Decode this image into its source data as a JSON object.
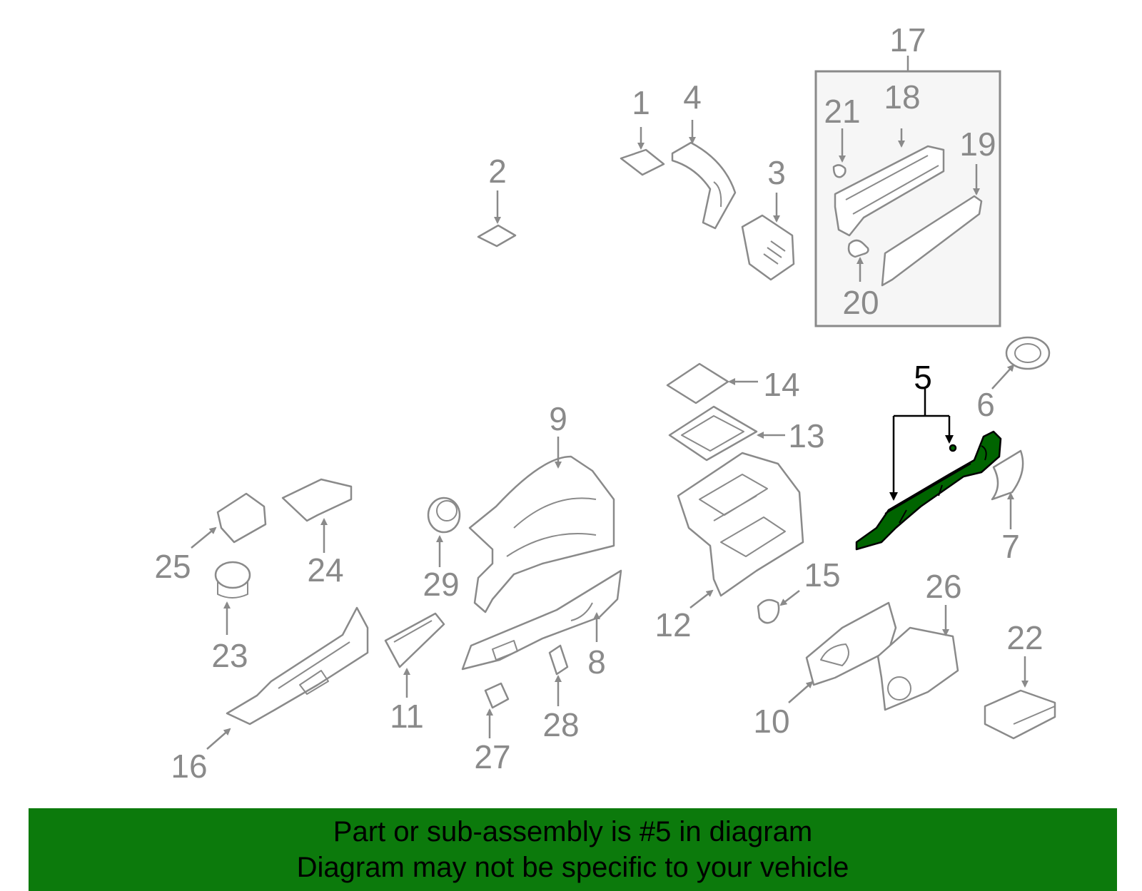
{
  "diagram": {
    "highlighted_part": "5",
    "callouts": [
      "1",
      "2",
      "3",
      "4",
      "5",
      "6",
      "7",
      "8",
      "9",
      "10",
      "11",
      "12",
      "13",
      "14",
      "15",
      "16",
      "17",
      "18",
      "19",
      "20",
      "21",
      "22",
      "23",
      "24",
      "25",
      "26",
      "27",
      "28",
      "29"
    ],
    "colors": {
      "highlight": "#006400",
      "parts": "#8a8a8a",
      "banner": "#0c7a0c"
    }
  },
  "banner": {
    "line1": "Part or sub-assembly is #5 in diagram",
    "line2": "Diagram may not be specific to your vehicle"
  }
}
